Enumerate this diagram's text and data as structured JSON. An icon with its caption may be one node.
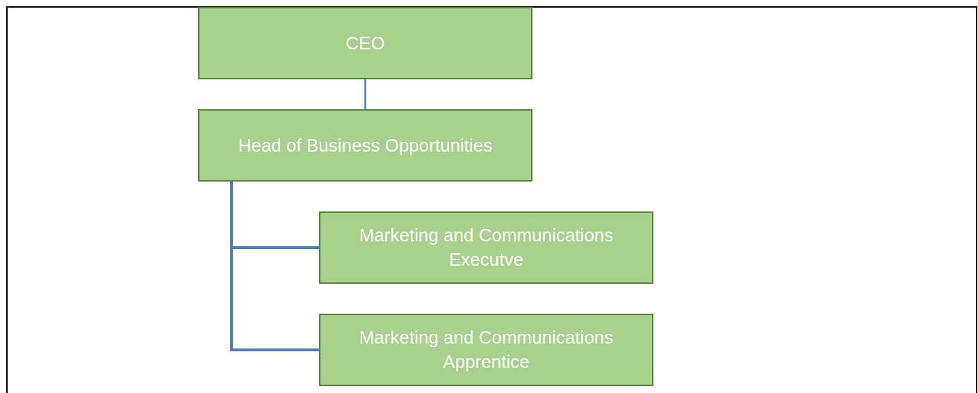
{
  "diagram": {
    "nodes": [
      {
        "text": [
          "CEO"
        ]
      },
      {
        "text": [
          "Head of Business Opportunities"
        ]
      },
      {
        "text": [
          "Marketing and Communications Executve"
        ]
      },
      {
        "text": [
          "Marketing and Communications Apprentice"
        ]
      }
    ],
    "edges": [
      {
        "from": 0,
        "to": 1,
        "arrow": "none"
      },
      {
        "from": 1,
        "to": 2,
        "arrow": "none"
      },
      {
        "from": 1,
        "to": 3,
        "arrow": "none"
      }
    ]
  }
}
